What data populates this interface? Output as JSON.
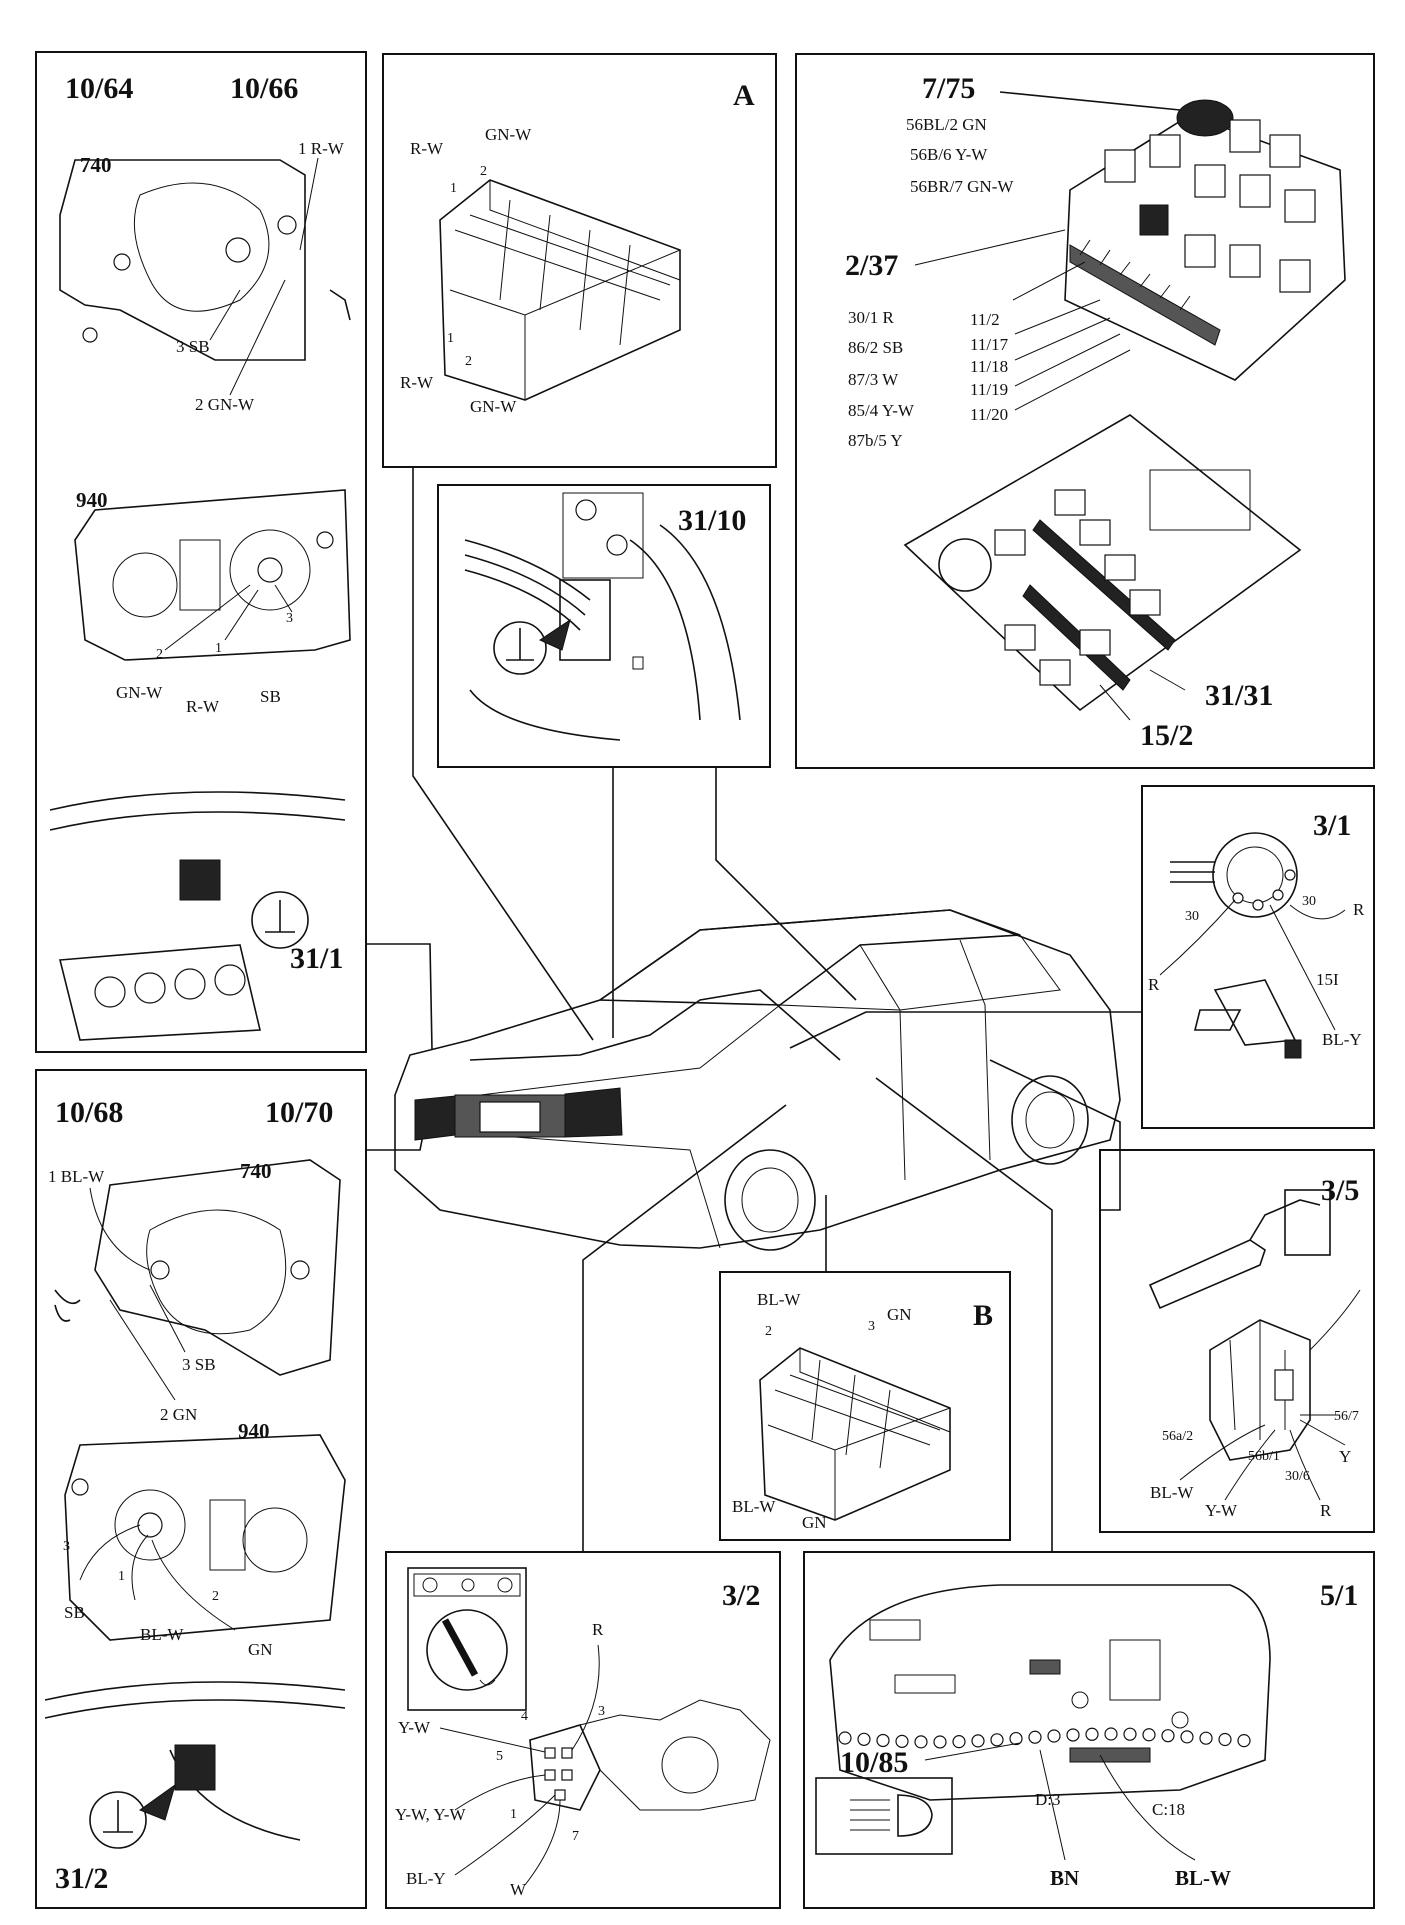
{
  "panels": {
    "headlamp_top": {
      "code_a": "10/64",
      "code_b": "10/66",
      "model_a": "740",
      "model_b": "940",
      "ground": "31/1",
      "wires": [
        "1 R-W",
        "3 SB",
        "2 GN-W",
        "2",
        "1",
        "3",
        "GN-W",
        "R-W",
        "SB"
      ]
    },
    "connector_a": {
      "letter": "A",
      "wires": [
        "R-W",
        "GN-W",
        "1",
        "2",
        "1",
        "2",
        "R-W",
        "GN-W"
      ]
    },
    "ground_3110": {
      "code": "31/10"
    },
    "fusebox": {
      "relay": "7/75",
      "connector": "2/37",
      "ground": "31/31",
      "fuse": "15/2",
      "relay_wires": [
        "56BL/2 GN",
        "56B/6 Y-W",
        "56BR/7 GN-W"
      ],
      "pin_wires": [
        "30/1 R",
        "86/2 SB",
        "87/3 W",
        "85/4 Y-W",
        "87b/5 Y"
      ],
      "fuse_labels": [
        "11/2",
        "11/17",
        "11/18",
        "11/19",
        "11/20"
      ]
    },
    "ignition": {
      "code": "3/1",
      "wires": [
        "30",
        "30",
        "R",
        "R",
        "15I",
        "BL-Y"
      ]
    },
    "headlamp_bottom": {
      "code_a": "10/68",
      "code_b": "10/70",
      "model_a": "740",
      "model_b": "940",
      "ground": "31/2",
      "wires": [
        "1 BL-W",
        "3 SB",
        "2 GN",
        "3",
        "1",
        "2",
        "SB",
        "BL-W",
        "GN"
      ]
    },
    "connector_b": {
      "letter": "B",
      "wires": [
        "BL-W",
        "2",
        "3",
        "GN",
        "BL-W",
        "GN"
      ]
    },
    "stalk": {
      "code": "3/5",
      "wires": [
        "56/7",
        "56a/2",
        "56b/1",
        "30/6",
        "Y",
        "BL-W",
        "Y-W",
        "R"
      ]
    },
    "light_switch": {
      "code": "3/2",
      "wires": [
        "R",
        "3",
        "4",
        "5",
        "1",
        "7",
        "Y-W",
        "Y-W, Y-W",
        "BL-Y",
        "W"
      ]
    },
    "instrument": {
      "code": "5/1",
      "lamp": "10/85",
      "wires": [
        "D:3",
        "C:18",
        "BN",
        "BL-W"
      ]
    }
  }
}
